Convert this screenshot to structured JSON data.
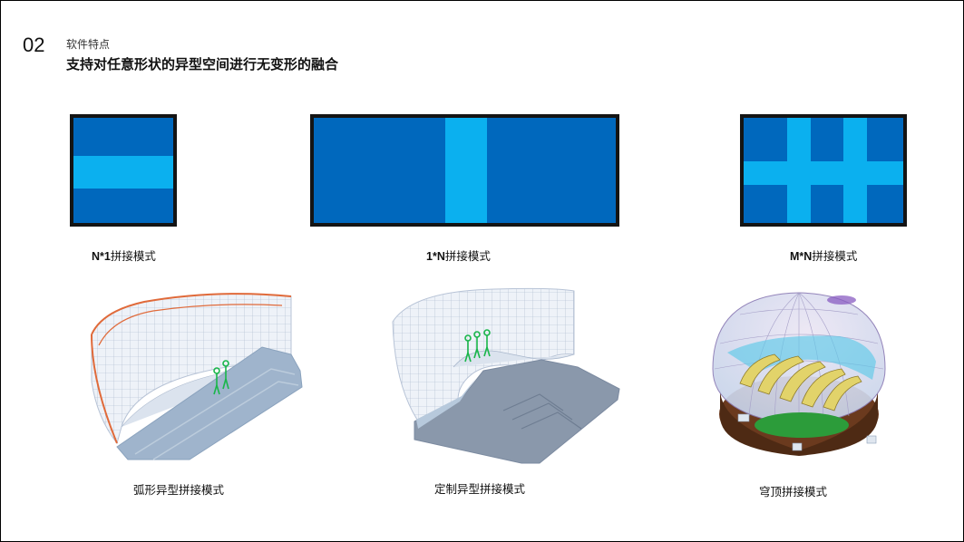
{
  "header": {
    "number": "02",
    "subtitle": "软件特点",
    "title": "支持对任意形状的异型空间进行无变形的融合"
  },
  "colors": {
    "dark_blue": "#0068bd",
    "light_blue": "#0bb0ef",
    "frame": "#141414"
  },
  "modes": [
    {
      "prefix": "N*1",
      "label": "拼接模式"
    },
    {
      "prefix": "1*N",
      "label": "拼接模式"
    },
    {
      "prefix": "M*N",
      "label": "拼接模式"
    }
  ],
  "illustrations": [
    {
      "label": "弧形异型拼接模式",
      "icon": "curved-wall-illustration"
    },
    {
      "label": "定制异型拼接模式",
      "icon": "custom-shape-illustration"
    },
    {
      "label": "穹顶拼接模式",
      "icon": "dome-illustration"
    }
  ]
}
